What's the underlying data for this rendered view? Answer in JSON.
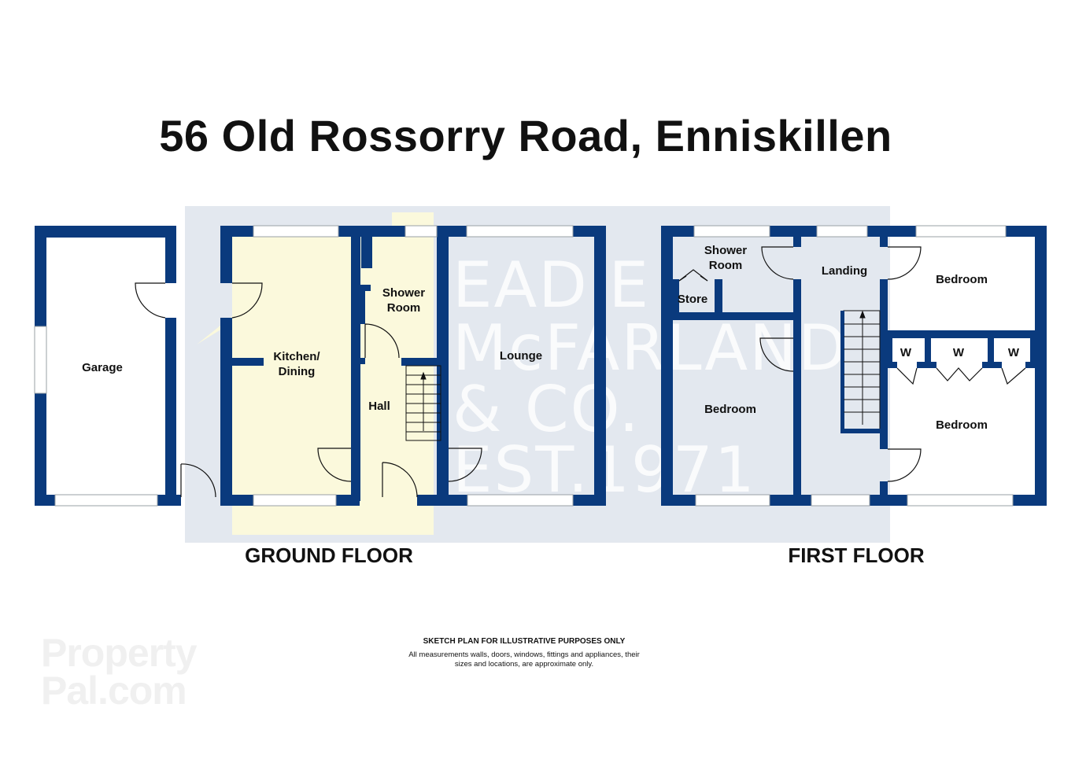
{
  "title": "56 Old Rossorry Road, Enniskillen",
  "floors": {
    "ground": "GROUND FLOOR",
    "first": "FIRST FLOOR"
  },
  "rooms": {
    "garage": "Garage",
    "kitchen_line1": "Kitchen/",
    "kitchen_line2": "Dining",
    "ground_shower_line1": "Shower",
    "ground_shower_line2": "Room",
    "hall": "Hall",
    "lounge": "Lounge",
    "first_shower_line1": "Shower",
    "first_shower_line2": "Room",
    "store": "Store",
    "landing": "Landing",
    "bedroom_top_right": "Bedroom",
    "bedroom_left": "Bedroom",
    "bedroom_bottom_right": "Bedroom",
    "wardrobe_1": "W",
    "wardrobe_2": "W",
    "wardrobe_3": "W"
  },
  "watermark": {
    "line1": "EADIE",
    "line2": "McFARLAND",
    "line3": "& CO.",
    "line4": "EST.1971"
  },
  "disclaimer": {
    "heading": "SKETCH PLAN FOR ILLUSTRATIVE PURPOSES ONLY",
    "line1": "All measurements walls, doors, windows, fittings and appliances, their",
    "line2": "sizes and locations, are approximate only."
  },
  "logo": {
    "line1": "Property",
    "line2": "Pal.com"
  },
  "colors": {
    "wall": "#0a3a7d",
    "watermark_panel": "#e3e8ef",
    "highlight": "#fbf9dc"
  }
}
